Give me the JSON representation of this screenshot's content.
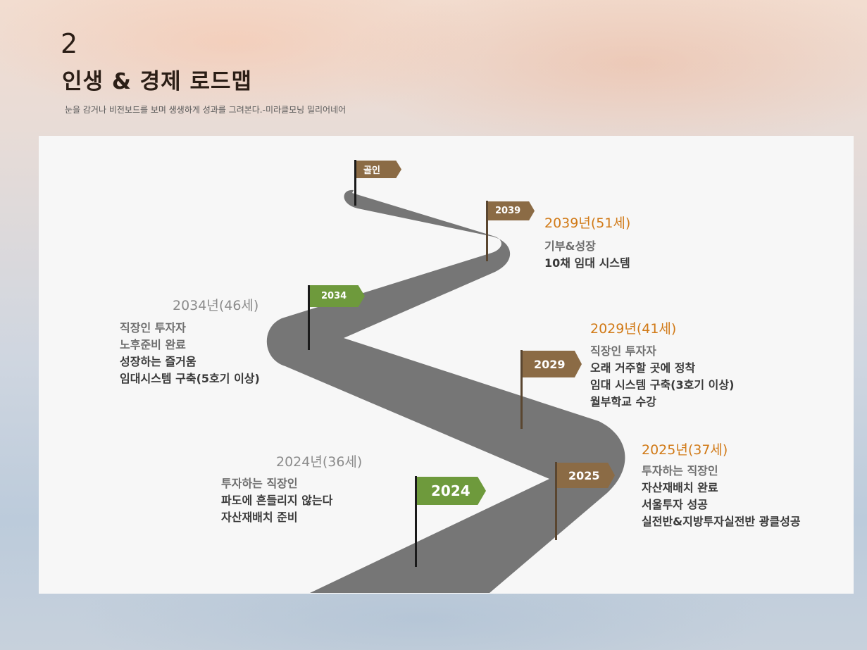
{
  "header": {
    "page_number": "2",
    "title": "인생 & 경제 로드맵",
    "subtitle": "눈을 감거나 비전보드를 보며 생생하게 성과를 그려본다.-미라클모닝 밀리어네어"
  },
  "flags": {
    "goal": "골인",
    "f2039": "2039",
    "f2034": "2034",
    "f2029": "2029",
    "f2025": "2025",
    "f2024": "2024"
  },
  "milestones": {
    "m2039": {
      "year": "2039년(51세)",
      "lines": [
        "기부&성장",
        "10채 임대 시스템"
      ]
    },
    "m2034": {
      "year": "2034년(46세)",
      "lines": [
        "직장인 투자자",
        "노후준비 완료",
        "성장하는 즐거움",
        "임대시스템 구축(5호기 이상)"
      ]
    },
    "m2029": {
      "year": "2029년(41세)",
      "lines": [
        "직장인 투자자",
        "오래 거주할 곳에 정착",
        "임대 시스템 구축(3호기 이상)",
        "월부학교 수강"
      ]
    },
    "m2025": {
      "year": "2025년(37세)",
      "lines": [
        "투자하는 직장인",
        "자산재배치 완료",
        "서울투자 성공",
        "실전반&지방투자실전반 광클성공"
      ]
    },
    "m2024": {
      "year": "2024년(36세)",
      "lines": [
        "투자하는 직장인",
        "파도에 흔들리지 않는다",
        "자산재배치 준비"
      ]
    }
  },
  "colors": {
    "road": "#767676",
    "flag_brown": "#8b6b45",
    "flag_green": "#6e9a3c",
    "text_orange": "#d17a17"
  }
}
